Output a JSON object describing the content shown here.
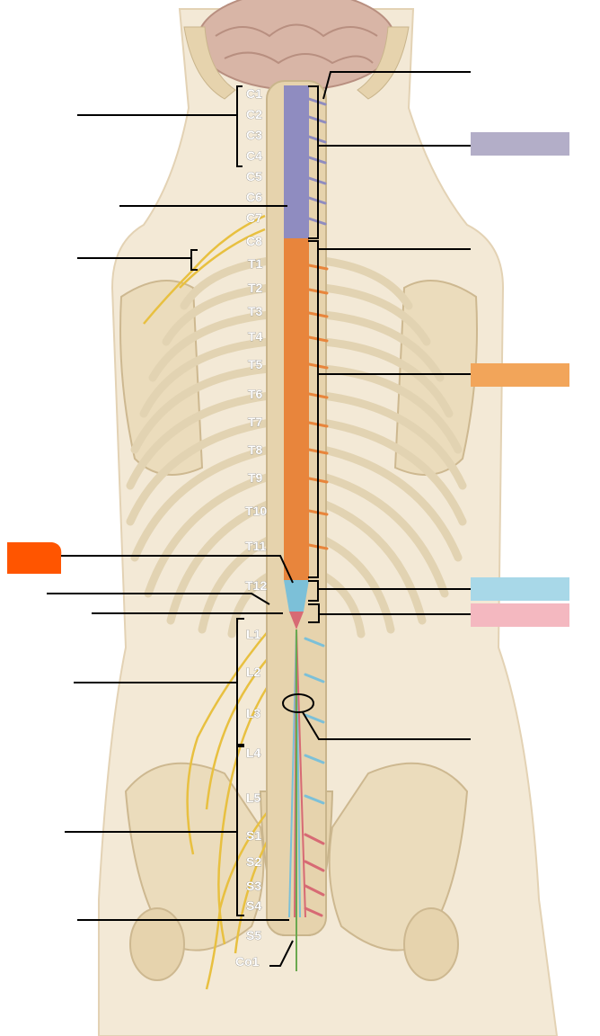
{
  "vertebra_labels": {
    "cervical": [
      "C1",
      "C2",
      "C3",
      "C4",
      "C5",
      "C6",
      "C7",
      "C8"
    ],
    "thoracic": [
      "T1",
      "T2",
      "T3",
      "T4",
      "T5",
      "T6",
      "T7",
      "T8",
      "T9",
      "T10",
      "T11",
      "T12"
    ],
    "lumbar": [
      "L1",
      "L2",
      "L3",
      "L4",
      "L5"
    ],
    "sacral": [
      "S1",
      "S2",
      "S3",
      "S4",
      "S5"
    ],
    "coccygeal": [
      "Co1"
    ]
  },
  "colors": {
    "cervical": "#b3aec8",
    "thoracic": "#f2a55a",
    "lumbar": "#a8d8e8",
    "sacral": "#f4b8c0",
    "highlight": "#ff5500",
    "bone": "#ece0c4",
    "cord_cervical": "#8f8cc0",
    "cord_thoracic": "#e8853c",
    "cord_lumbar": "#7cc0d8",
    "cord_sacral": "#d76a74",
    "nerve": "#e8c040"
  }
}
